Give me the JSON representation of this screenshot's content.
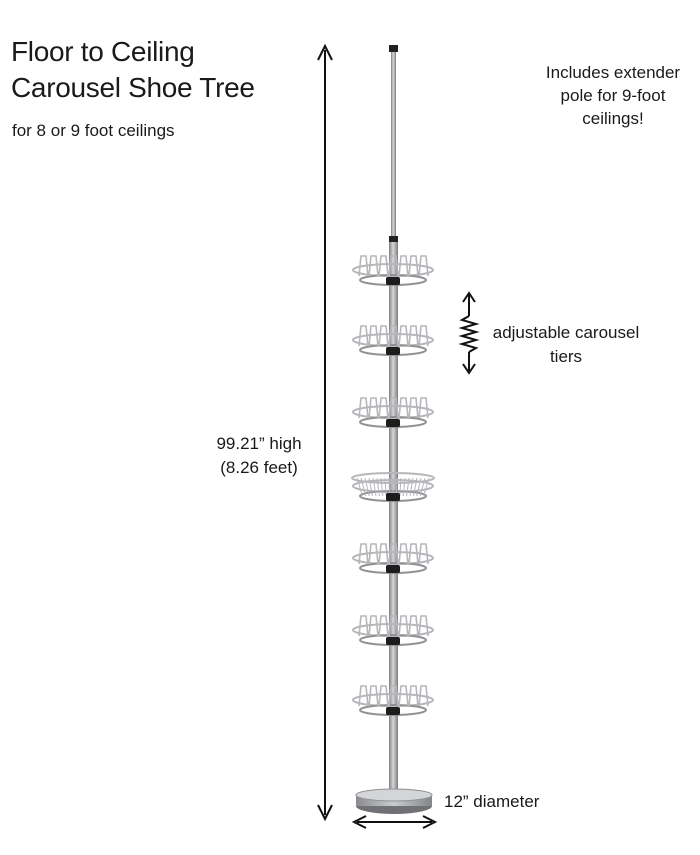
{
  "title": {
    "line1": "Floor to Ceiling",
    "line2": "Carousel Shoe Tree"
  },
  "subtitle": "for 8 or 9 foot ceilings",
  "extender_note": {
    "line1": "Includes extender",
    "line2": "pole for 9-foot",
    "line3": "ceilings!"
  },
  "height": {
    "line1": "99.21” high",
    "line2": "(8.26 feet)"
  },
  "tiers": {
    "line1": "adjustable carousel",
    "line2": "tiers"
  },
  "diameter": "12” diameter",
  "product": {
    "tier_count": 7,
    "pole_color": "#a9abae",
    "basket_color": "#b5b7ba",
    "base_color": "#a3a5a8",
    "arrow_color": "#111111"
  }
}
